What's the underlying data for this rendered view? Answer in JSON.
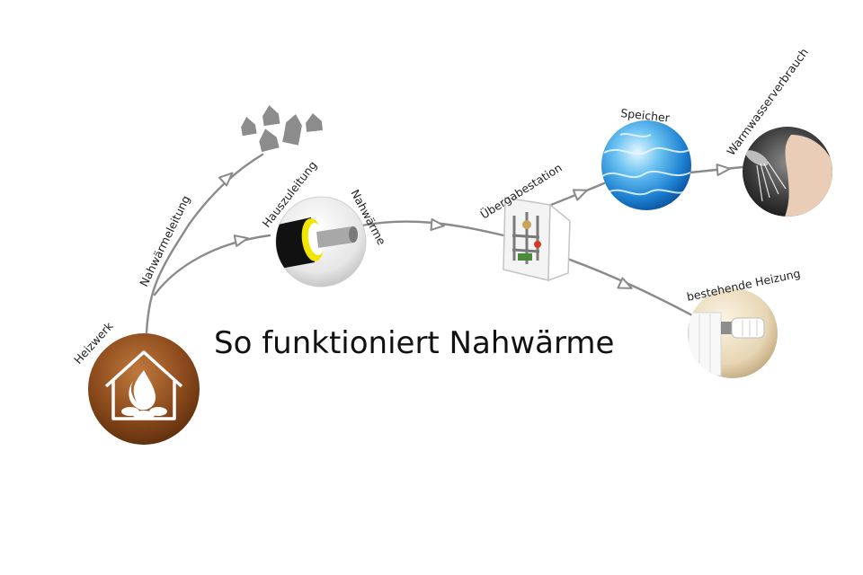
{
  "title": "So funktioniert Nahwärme",
  "labels": {
    "heizwerk": "Heizwerk",
    "nahwaermeleitung": "Nahwärmeleitung",
    "hauszuleitung": "Hauszuleitung",
    "nahwaerme": "Nahwärme",
    "uebergabestation": "Übergabestation",
    "speicher": "Speicher",
    "warmwasserverbrauch": "Warmwasserverbrauch",
    "bestehende_heizung": "bestehende Heizung"
  },
  "colors": {
    "line": "#8a8a8a",
    "heizwerk_brown": "#8b4a1c",
    "water_blue": "#2a8fd8",
    "pipe_yellow": "#f2e600",
    "house_icons_grey": "#8c8c8c"
  }
}
